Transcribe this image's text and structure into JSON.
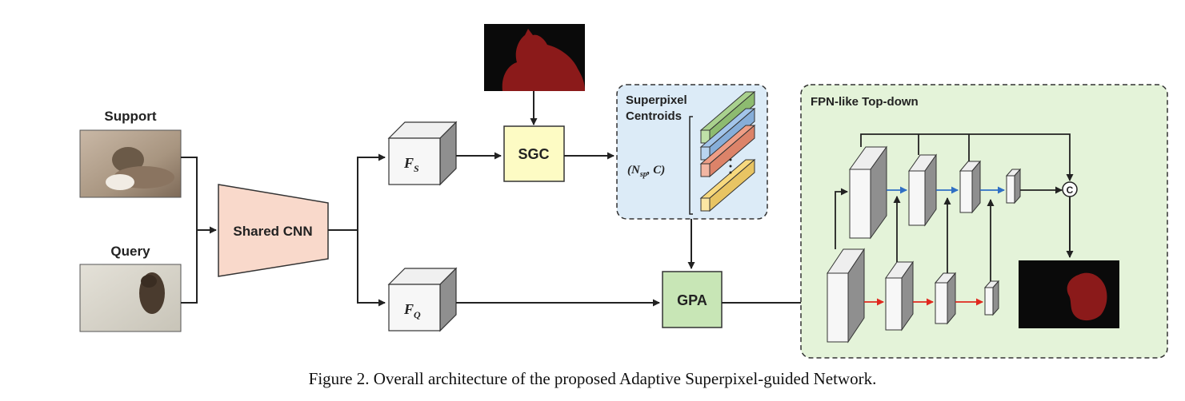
{
  "labels": {
    "support": "Support",
    "query": "Query",
    "shared_cnn": "Shared CNN",
    "fs_main": "F",
    "fs_sub": "S",
    "fq_main": "F",
    "fq_sub": "Q",
    "sgc": "SGC",
    "gpa": "GPA",
    "superpixel_line1": "Superpixel",
    "superpixel_line2": "Centroids",
    "nsp_open": "(",
    "nsp_N": "N",
    "nsp_sub": "sp",
    "nsp_rest": ", C)",
    "fpn_title": "FPN-like Top-down",
    "concat_symbol": "C"
  },
  "caption": "Figure 2. Overall architecture of the proposed Adaptive Superpixel-guided Network.",
  "colors": {
    "shared_cnn": "#f9d9cb",
    "sgc": "#fdfbc4",
    "gpa": "#c8e6b6",
    "superpixel_panel": "#dcebf7",
    "fpn_panel": "#e4f3d9",
    "mask": "#8b1a1a",
    "arrow_blue": "#2f6fc4",
    "arrow_red": "#e0291f",
    "centroid_green": "#bfe0a8",
    "centroid_blue": "#b9d4ef",
    "centroid_red": "#f2b6a2",
    "centroid_yellow": "#fbe6a3"
  }
}
